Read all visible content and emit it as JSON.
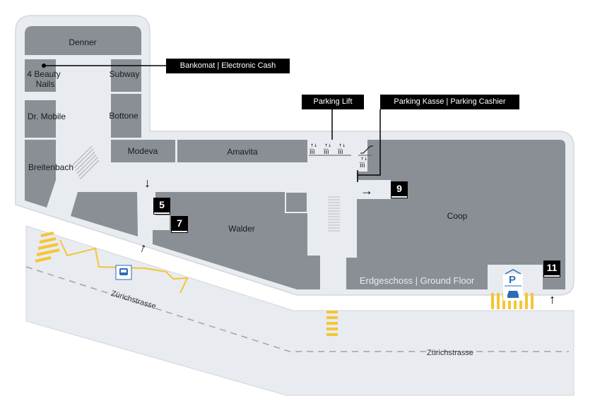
{
  "floor_label": "Erdgeschoss | Ground Floor",
  "shops": {
    "denner": "Denner",
    "beauty_line1": "4 Beauty",
    "beauty_line2": "Nails",
    "subway": "Subway",
    "dr_mobile": "Dr. Mobile",
    "bottone": "Bottone",
    "breitenbach": "Breitenbach",
    "modeva": "Modeva",
    "amavita": "Amavita",
    "walder": "Walder",
    "coop": "Coop"
  },
  "callouts": {
    "bankomat": "Bankomat | Electronic Cash",
    "parking_lift": "Parking Lift",
    "parking_kasse": "Parking Kasse | Parking Cashier"
  },
  "entrances": [
    "5",
    "7",
    "9",
    "11"
  ],
  "arrows": {
    "down": "↓",
    "up": "↑",
    "right": "→"
  },
  "parking_sign": "P",
  "streets": [
    "Zürichstrasse",
    "Zürichstrasse"
  ],
  "colors": {
    "shop": "#8a8f96",
    "walkway": "#e8ebf0",
    "accent": "#f5c533",
    "parking": "#2d6bb5"
  }
}
